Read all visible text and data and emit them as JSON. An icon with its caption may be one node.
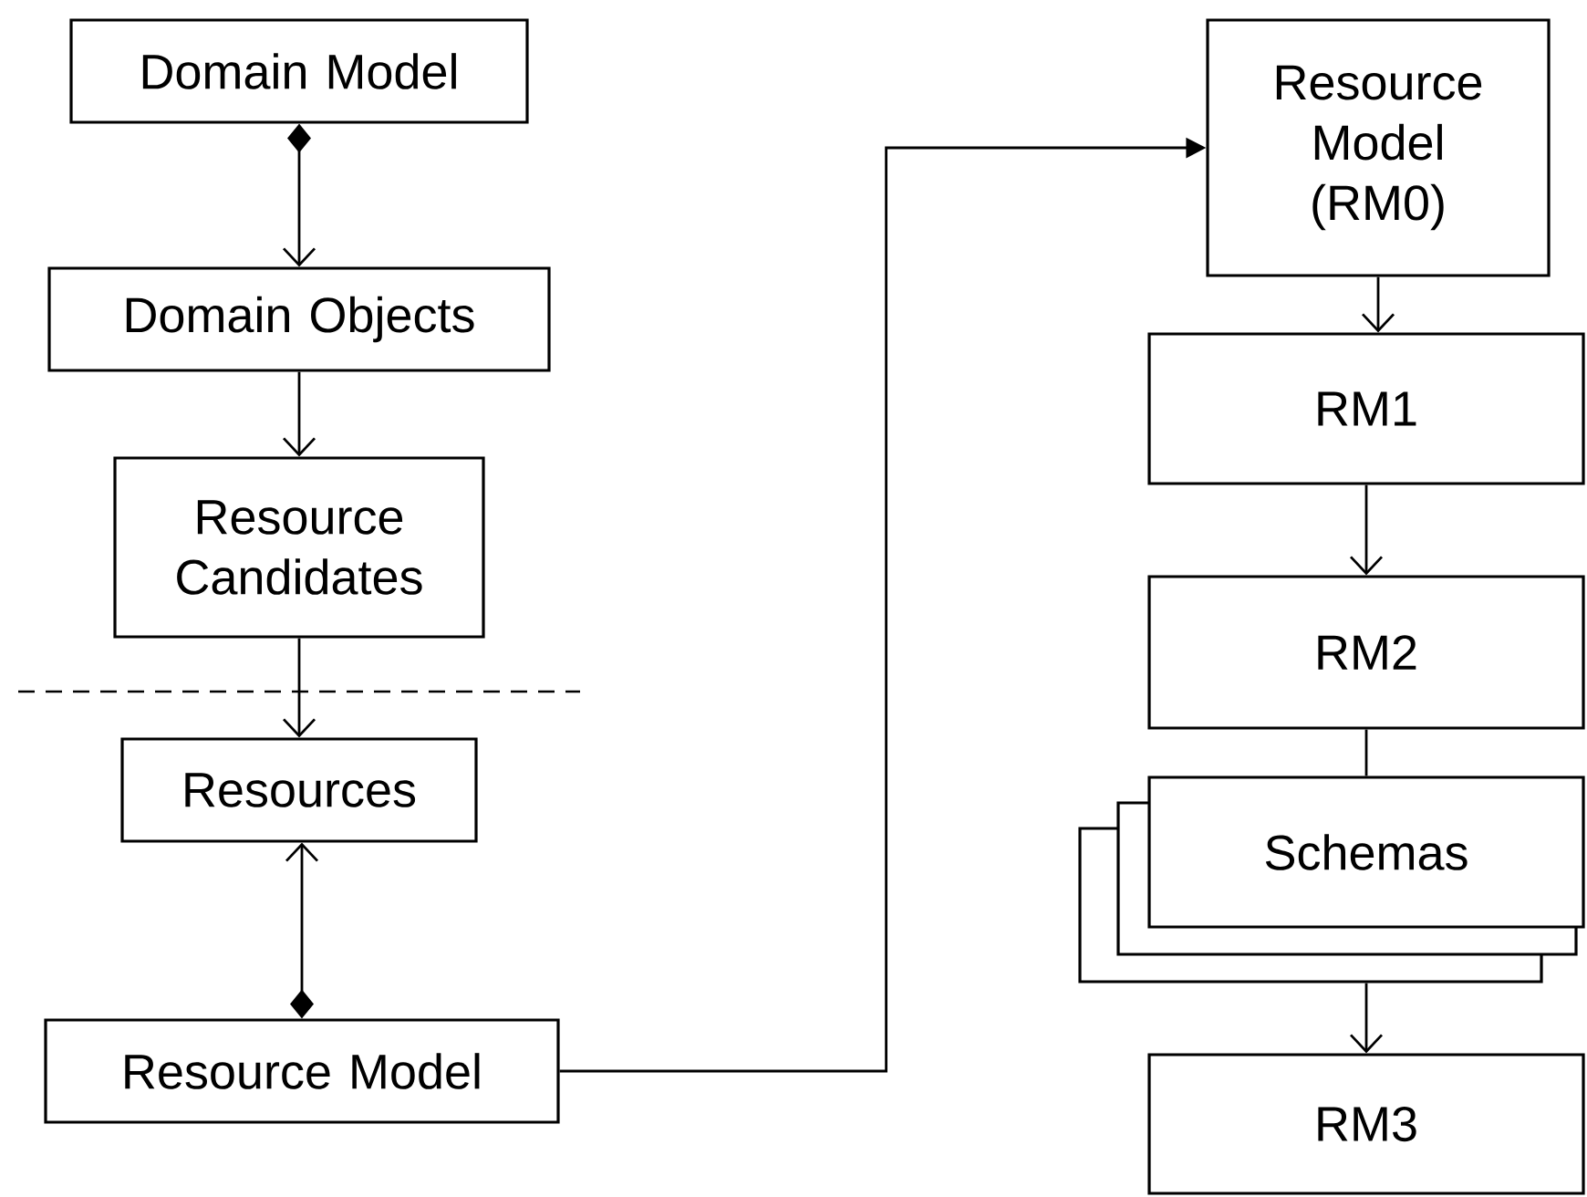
{
  "diagram": {
    "nodes": [
      {
        "text": [
          "Domain Model"
        ]
      },
      {
        "text": [
          "Domain Objects"
        ]
      },
      {
        "text": [
          "Resource Candidates"
        ]
      },
      {
        "text": [
          "Resources"
        ]
      },
      {
        "text": [
          "Resource Model"
        ]
      },
      {
        "text": [
          "Resource Model (RM0)"
        ]
      },
      {
        "text": [
          "RM1"
        ]
      },
      {
        "text": [
          "RM2"
        ]
      },
      {
        "text": [
          "Schemas"
        ]
      },
      {
        "text": [
          "RM3"
        ]
      }
    ],
    "edges": [
      {
        "from": 0,
        "to": 1,
        "arrow": "to"
      },
      {
        "from": 1,
        "to": 2,
        "arrow": "to"
      },
      {
        "from": 2,
        "to": 3,
        "arrow": "to"
      },
      {
        "from": 4,
        "to": 3,
        "arrow": "to"
      },
      {
        "from": 4,
        "to": 5,
        "arrow": "to"
      },
      {
        "from": 5,
        "to": 6,
        "arrow": "to"
      },
      {
        "from": 6,
        "to": 7,
        "arrow": "to"
      },
      {
        "from": 7,
        "to": 8,
        "arrow": "none"
      },
      {
        "from": 8,
        "to": 9,
        "arrow": "to"
      }
    ]
  }
}
